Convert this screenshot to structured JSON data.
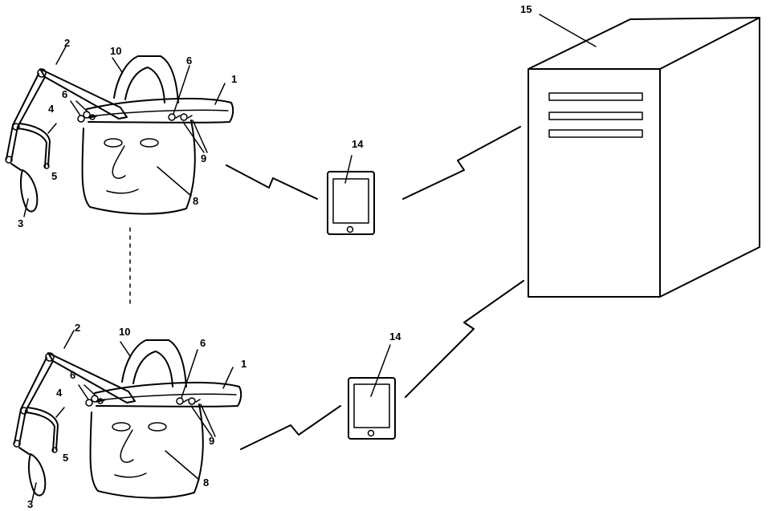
{
  "labels": {
    "headband": "1",
    "arm": "2",
    "eye_piece": "3",
    "connector": "4",
    "tip": "5",
    "sensor_left": "6",
    "sensor_right": "6",
    "face": "8",
    "sensor_pair": "9",
    "top_strap": "10",
    "mobile": "14",
    "server": "15"
  }
}
